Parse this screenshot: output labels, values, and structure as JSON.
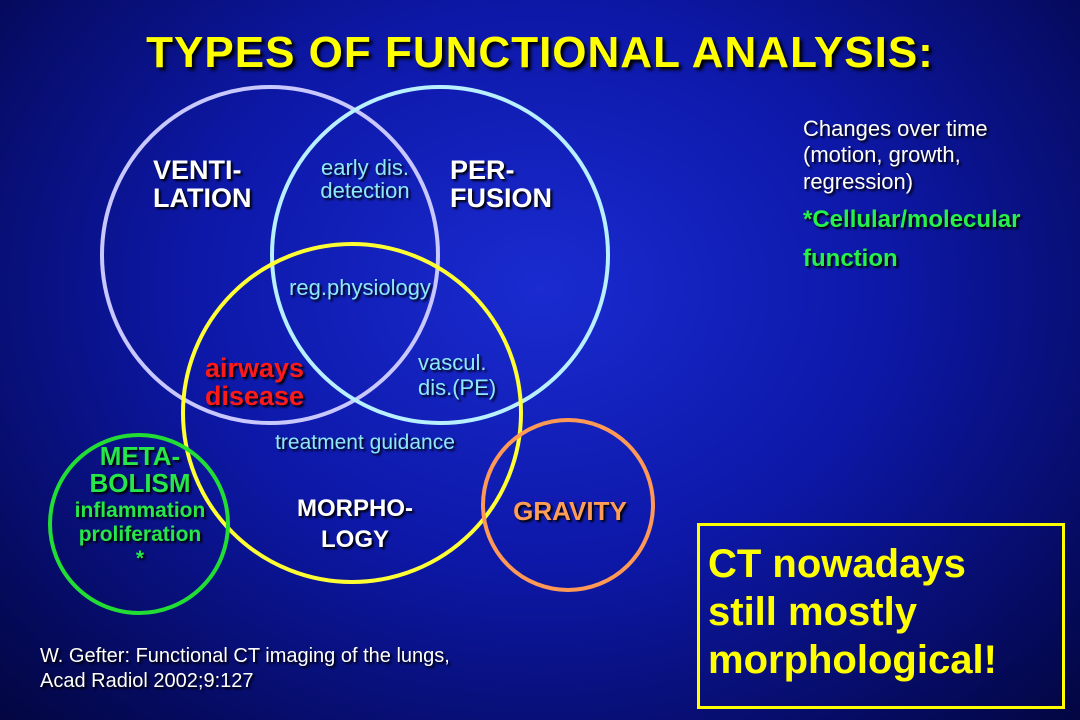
{
  "title": "TYPES OF FUNCTIONAL ANALYSIS:",
  "circles": {
    "ventilation": {
      "line1": "VENTI-",
      "line2": "LATION",
      "color": "#c8c8ff"
    },
    "perfusion": {
      "line1": "PER-",
      "line2": "FUSION",
      "color": "#b8f0ff"
    },
    "morphology": {
      "line1": "MORPHO-",
      "line2": "LOGY",
      "color": "#ffff33"
    },
    "metabolism": {
      "line1": "META-",
      "line2": "BOLISM",
      "line3": "inflammation",
      "line4": "proliferation",
      "line5": "*",
      "color": "#22dd33"
    },
    "gravity": {
      "label": "GRAVITY",
      "color": "#ff9955"
    }
  },
  "overlaps": {
    "early_detection": {
      "line1": "early dis.",
      "line2": "detection"
    },
    "reg_physiology": "reg.physiology",
    "airways": {
      "line1": "airways",
      "line2": "disease"
    },
    "vascular": {
      "line1": "vascul.",
      "line2": "dis.(PE)"
    },
    "treatment": "treatment guidance"
  },
  "notes": {
    "line1": "Changes over time",
    "line2": "(motion, growth,",
    "line3": "regression)",
    "cellular1": "*Cellular/molecular",
    "cellular2": "function"
  },
  "callout": {
    "line1": "CT nowadays",
    "line2": "still mostly",
    "line3": "morphological!"
  },
  "citation": {
    "line1": "W. Gefter: Functional CT imaging of the lungs,",
    "line2": "Acad Radiol 2002;9:127"
  }
}
